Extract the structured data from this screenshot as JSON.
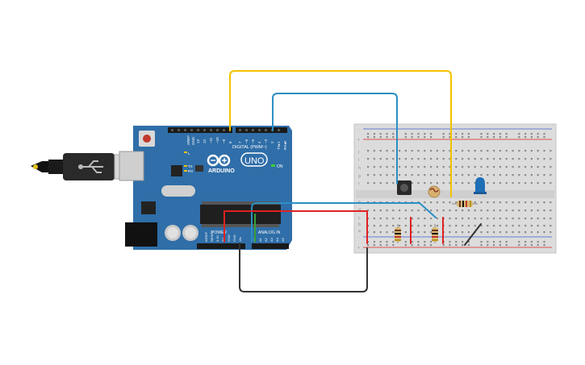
{
  "board": {
    "name": "Arduino UNO",
    "logo_text": "ARDUINO",
    "model": "UNO",
    "digital_label": "DIGITAL (PWM~)",
    "power_label": "POWER",
    "analog_label": "ANALOG IN",
    "on_label": "ON",
    "tx_label": "TX",
    "rx_label": "RX",
    "l_label": "L",
    "aref_label": "AREF",
    "gnd_label": "GND",
    "pin_labels_top": [
      "13",
      "12",
      "~11",
      "~10",
      "~9",
      "8",
      "7",
      "~6",
      "~5",
      "4",
      "~3",
      "2",
      "TX▸1",
      "RX◂0"
    ],
    "pin_labels_power": [
      "IOREF",
      "RESET",
      "3.3V",
      "5V",
      "GND",
      "GND",
      "Vin"
    ],
    "pin_labels_analog": [
      "A0",
      "A1",
      "A2",
      "A3",
      "A4",
      "A5"
    ],
    "color": "#2f6ea8"
  },
  "breadboard": {
    "row_letters_top": [
      "j",
      "i",
      "h",
      "g",
      "f"
    ],
    "row_letters_bottom": [
      "e",
      "d",
      "c",
      "b",
      "a"
    ],
    "columns": 30,
    "rail_plus": "+",
    "rail_minus": "-"
  },
  "components": {
    "pushbutton": "pushbutton",
    "photoresistor": "photoresistor",
    "led": "blue LED",
    "resistors": 3
  },
  "wire_colors": {
    "yellow": "#f2c200",
    "blue": "#2b8fc4",
    "red": "#e02020",
    "black": "#333333",
    "green": "#39a038"
  }
}
